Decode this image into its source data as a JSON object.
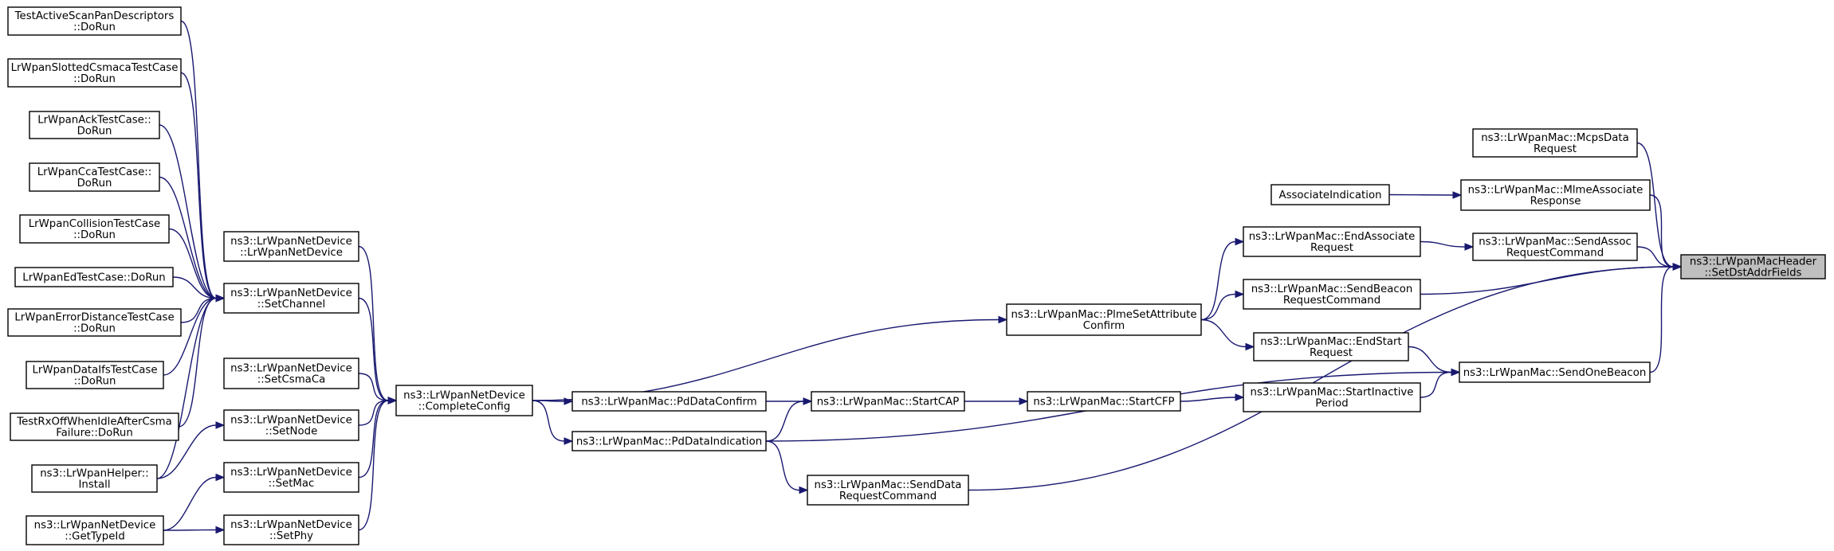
{
  "diagram": {
    "type": "call-graph",
    "root": "root",
    "colors": {
      "edge": "#191970",
      "root_fill": "#bfbfbf",
      "node_fill": "#ffffff",
      "node_border": "#000000"
    },
    "nodes": [
      {
        "id": "root",
        "lines": [
          "ns3::LrWpanMacHeader",
          "::SetDstAddrFields"
        ]
      },
      {
        "id": "mcpsData",
        "lines": [
          "ns3::LrWpanMac::McpsData",
          "Request"
        ]
      },
      {
        "id": "mlmeAssoc",
        "lines": [
          "ns3::LrWpanMac::MlmeAssociate",
          "Response"
        ]
      },
      {
        "id": "assocInd",
        "lines": [
          "AssociateIndication"
        ]
      },
      {
        "id": "sendAssoc",
        "lines": [
          "ns3::LrWpanMac::SendAssoc",
          "RequestCommand"
        ]
      },
      {
        "id": "endAssoc",
        "lines": [
          "ns3::LrWpanMac::EndAssociate",
          "Request"
        ]
      },
      {
        "id": "sendBeaconReq",
        "lines": [
          "ns3::LrWpanMac::SendBeacon",
          "RequestCommand"
        ]
      },
      {
        "id": "plme",
        "lines": [
          "ns3::LrWpanMac::PlmeSetAttribute",
          "Confirm"
        ]
      },
      {
        "id": "endStart",
        "lines": [
          "ns3::LrWpanMac::EndStart",
          "Request"
        ]
      },
      {
        "id": "sendOneBeacon",
        "lines": [
          "ns3::LrWpanMac::SendOneBeacon"
        ]
      },
      {
        "id": "startInactive",
        "lines": [
          "ns3::LrWpanMac::StartInactive",
          "Period"
        ]
      },
      {
        "id": "startCFP",
        "lines": [
          "ns3::LrWpanMac::StartCFP"
        ]
      },
      {
        "id": "startCAP",
        "lines": [
          "ns3::LrWpanMac::StartCAP"
        ]
      },
      {
        "id": "pdDataConfirm",
        "lines": [
          "ns3::LrWpanMac::PdDataConfirm"
        ]
      },
      {
        "id": "pdDataInd",
        "lines": [
          "ns3::LrWpanMac::PdDataIndication"
        ]
      },
      {
        "id": "sendDataReq",
        "lines": [
          "ns3::LrWpanMac::SendData",
          "RequestCommand"
        ]
      },
      {
        "id": "completeConfig",
        "lines": [
          "ns3::LrWpanNetDevice",
          "::CompleteConfig"
        ]
      },
      {
        "id": "ctor",
        "lines": [
          "ns3::LrWpanNetDevice",
          "::LrWpanNetDevice"
        ]
      },
      {
        "id": "setChannel",
        "lines": [
          "ns3::LrWpanNetDevice",
          "::SetChannel"
        ]
      },
      {
        "id": "setCsmaCa",
        "lines": [
          "ns3::LrWpanNetDevice",
          "::SetCsmaCa"
        ]
      },
      {
        "id": "setNode",
        "lines": [
          "ns3::LrWpanNetDevice",
          "::SetNode"
        ]
      },
      {
        "id": "setMac",
        "lines": [
          "ns3::LrWpanNetDevice",
          "::SetMac"
        ]
      },
      {
        "id": "setPhy",
        "lines": [
          "ns3::LrWpanNetDevice",
          "::SetPhy"
        ]
      },
      {
        "id": "t1",
        "lines": [
          "TestActiveScanPanDescriptors",
          "::DoRun"
        ]
      },
      {
        "id": "t2",
        "lines": [
          "LrWpanSlottedCsmacaTestCase",
          "::DoRun"
        ]
      },
      {
        "id": "t3",
        "lines": [
          "LrWpanAckTestCase::",
          "DoRun"
        ]
      },
      {
        "id": "t4",
        "lines": [
          "LrWpanCcaTestCase::",
          "DoRun"
        ]
      },
      {
        "id": "t5",
        "lines": [
          "LrWpanCollisionTestCase",
          "::DoRun"
        ]
      },
      {
        "id": "t6",
        "lines": [
          "LrWpanEdTestCase::DoRun"
        ]
      },
      {
        "id": "t7",
        "lines": [
          "LrWpanErrorDistanceTestCase",
          "::DoRun"
        ]
      },
      {
        "id": "t8",
        "lines": [
          "LrWpanDataIfsTestCase",
          "::DoRun"
        ]
      },
      {
        "id": "t9",
        "lines": [
          "TestRxOffWhenIdleAfterCsma",
          "Failure::DoRun"
        ]
      },
      {
        "id": "helperInstall",
        "lines": [
          "ns3::LrWpanHelper::",
          "Install"
        ]
      },
      {
        "id": "getTypeId",
        "lines": [
          "ns3::LrWpanNetDevice",
          "::GetTypeId"
        ]
      }
    ],
    "edges": [
      {
        "from": "mcpsData",
        "to": "root"
      },
      {
        "from": "mlmeAssoc",
        "to": "root"
      },
      {
        "from": "sendAssoc",
        "to": "root"
      },
      {
        "from": "sendBeaconReq",
        "to": "root"
      },
      {
        "from": "sendOneBeacon",
        "to": "root"
      },
      {
        "from": "sendDataReq",
        "to": "root"
      },
      {
        "from": "assocInd",
        "to": "mlmeAssoc"
      },
      {
        "from": "endAssoc",
        "to": "sendAssoc"
      },
      {
        "from": "plme",
        "to": "endAssoc"
      },
      {
        "from": "plme",
        "to": "sendBeaconReq"
      },
      {
        "from": "plme",
        "to": "endStart"
      },
      {
        "from": "endStart",
        "to": "sendOneBeacon"
      },
      {
        "from": "startInactive",
        "to": "sendOneBeacon"
      },
      {
        "from": "pdDataInd",
        "to": "sendOneBeacon"
      },
      {
        "from": "startCFP",
        "to": "startInactive"
      },
      {
        "from": "startCAP",
        "to": "startCFP"
      },
      {
        "from": "pdDataConfirm",
        "to": "startCAP"
      },
      {
        "from": "pdDataInd",
        "to": "startCAP"
      },
      {
        "from": "pdDataInd",
        "to": "sendDataReq"
      },
      {
        "from": "completeConfig",
        "to": "plme"
      },
      {
        "from": "completeConfig",
        "to": "pdDataConfirm"
      },
      {
        "from": "completeConfig",
        "to": "pdDataInd"
      },
      {
        "from": "ctor",
        "to": "completeConfig"
      },
      {
        "from": "setChannel",
        "to": "completeConfig"
      },
      {
        "from": "setCsmaCa",
        "to": "completeConfig"
      },
      {
        "from": "setNode",
        "to": "completeConfig"
      },
      {
        "from": "setMac",
        "to": "completeConfig"
      },
      {
        "from": "setPhy",
        "to": "completeConfig"
      },
      {
        "from": "t1",
        "to": "setChannel"
      },
      {
        "from": "t2",
        "to": "setChannel"
      },
      {
        "from": "t3",
        "to": "setChannel"
      },
      {
        "from": "t4",
        "to": "setChannel"
      },
      {
        "from": "t5",
        "to": "setChannel"
      },
      {
        "from": "t6",
        "to": "setChannel"
      },
      {
        "from": "t7",
        "to": "setChannel"
      },
      {
        "from": "t8",
        "to": "setChannel"
      },
      {
        "from": "t9",
        "to": "setChannel"
      },
      {
        "from": "helperInstall",
        "to": "setChannel"
      },
      {
        "from": "helperInstall",
        "to": "setNode"
      },
      {
        "from": "getTypeId",
        "to": "setMac"
      },
      {
        "from": "getTypeId",
        "to": "setPhy"
      }
    ]
  }
}
